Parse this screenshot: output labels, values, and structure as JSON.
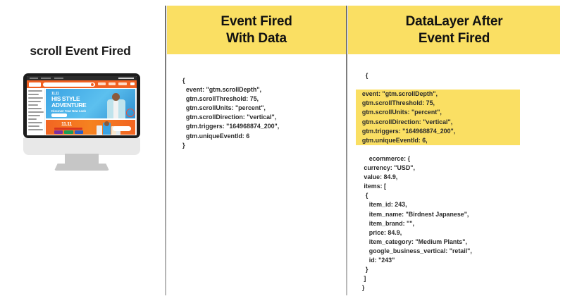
{
  "page": {
    "background": "#ffffff",
    "highlight_color": "#fadf63",
    "divider_color": "#7d7d7d"
  },
  "left_panel": {
    "title": "scroll Event Fired",
    "illustration": {
      "name": "desktop-monitor-mockup",
      "website": {
        "brand": "Daraz",
        "search_placeholder": "Search in Daraz",
        "hero_badge": "11.11",
        "hero_heading_line1": "HIS STYLE",
        "hero_heading_line2": "ADVENTURE",
        "hero_subtitle": "Discover Your New Look",
        "hero_cta": "SHOP NOW",
        "promo_badge": "11.11",
        "promo_cta": "SHOP NOW"
      }
    }
  },
  "middle_panel": {
    "header_line1": "Event Fired",
    "header_line2": "With Data",
    "code": "{\n  event: \"gtm.scrollDepth\",\n  gtm.scrollThreshold: 75,\n  gtm.scrollUnits: \"percent\",\n  gtm.scrollDirection: \"vertical\",\n  gtm.triggers: \"164968874_200\",\n  gtm.uniqueEventId: 6\n}"
  },
  "right_panel": {
    "header_line1": "DataLayer After",
    "header_line2": "Event Fired",
    "code_open": "{",
    "code_highlighted": "  event: \"gtm.scrollDepth\",\n  gtm.scrollThreshold: 75,\n  gtm.scrollUnits: \"percent\",\n  gtm.scrollDirection: \"vertical\",\n  gtm.triggers: \"164968874_200\",\n  gtm.uniqueEventId: 6,",
    "code_rest": "  ecommerce: {\n   currency: \"USD\",\n   value: 84.9,\n   items: [\n    {\n      item_id: 243,\n      item_name: \"Birdnest Japanese\",\n      item_brand: \"\",\n      price: 84.9,\n      item_category: \"Medium Plants\",\n      google_business_vertical: \"retail\",\n      id: \"243\"\n    }\n   ]\n  }"
  }
}
